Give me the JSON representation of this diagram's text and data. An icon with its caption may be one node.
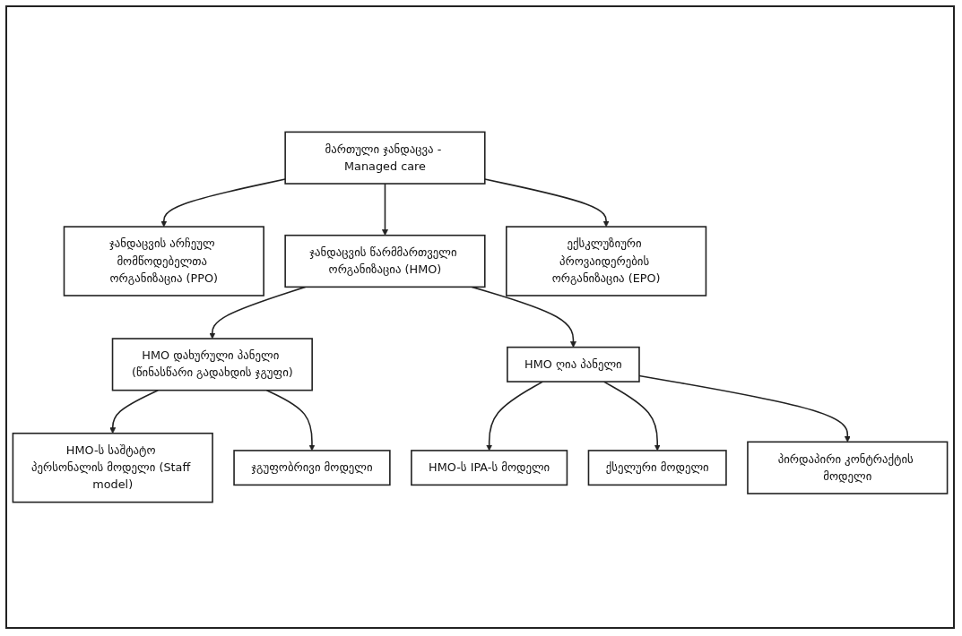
{
  "diagram": {
    "nodes": [
      {
        "text": [
          "მართული ჯანდაცვა - Managed care"
        ]
      },
      {
        "text": [
          "ჯანდაცვის არჩეულ მომწოდებელთა ორგანიზაცია (PPO)"
        ]
      },
      {
        "text": [
          "ჯანდაცვის წარმმართველი ორგანიზაცია (HMO)"
        ]
      },
      {
        "text": [
          "ექსკლუზიური პროვაიდერების ორგანიზაცია (EPO)"
        ]
      },
      {
        "text": [
          "HMO დახურული პანელი (წინასწარი გადახდის ჯგუფი)"
        ]
      },
      {
        "text": [
          "HMO ღია პანელი"
        ]
      },
      {
        "text": [
          "HMO-ს საშტატო პერსონალის მოდელი (Staff model)"
        ]
      },
      {
        "text": [
          "ჯგუფობრივი მოდელი"
        ]
      },
      {
        "text": [
          "HMO-ს IPA-ს მოდელი"
        ]
      },
      {
        "text": [
          "ქსელური მოდელი"
        ]
      },
      {
        "text": [
          "პირდაპირი კონტრაქტის მოდელი"
        ]
      }
    ],
    "edges": [
      {
        "from": 0,
        "to": 1,
        "arrow": "to"
      },
      {
        "from": 0,
        "to": 2,
        "arrow": "to"
      },
      {
        "from": 0,
        "to": 3,
        "arrow": "to"
      },
      {
        "from": 2,
        "to": 4,
        "arrow": "to"
      },
      {
        "from": 2,
        "to": 5,
        "arrow": "to"
      },
      {
        "from": 4,
        "to": 6,
        "arrow": "to"
      },
      {
        "from": 4,
        "to": 7,
        "arrow": "to"
      },
      {
        "from": 5,
        "to": 8,
        "arrow": "to"
      },
      {
        "from": 5,
        "to": 9,
        "arrow": "to"
      },
      {
        "from": 5,
        "to": 10,
        "arrow": "to"
      }
    ]
  }
}
